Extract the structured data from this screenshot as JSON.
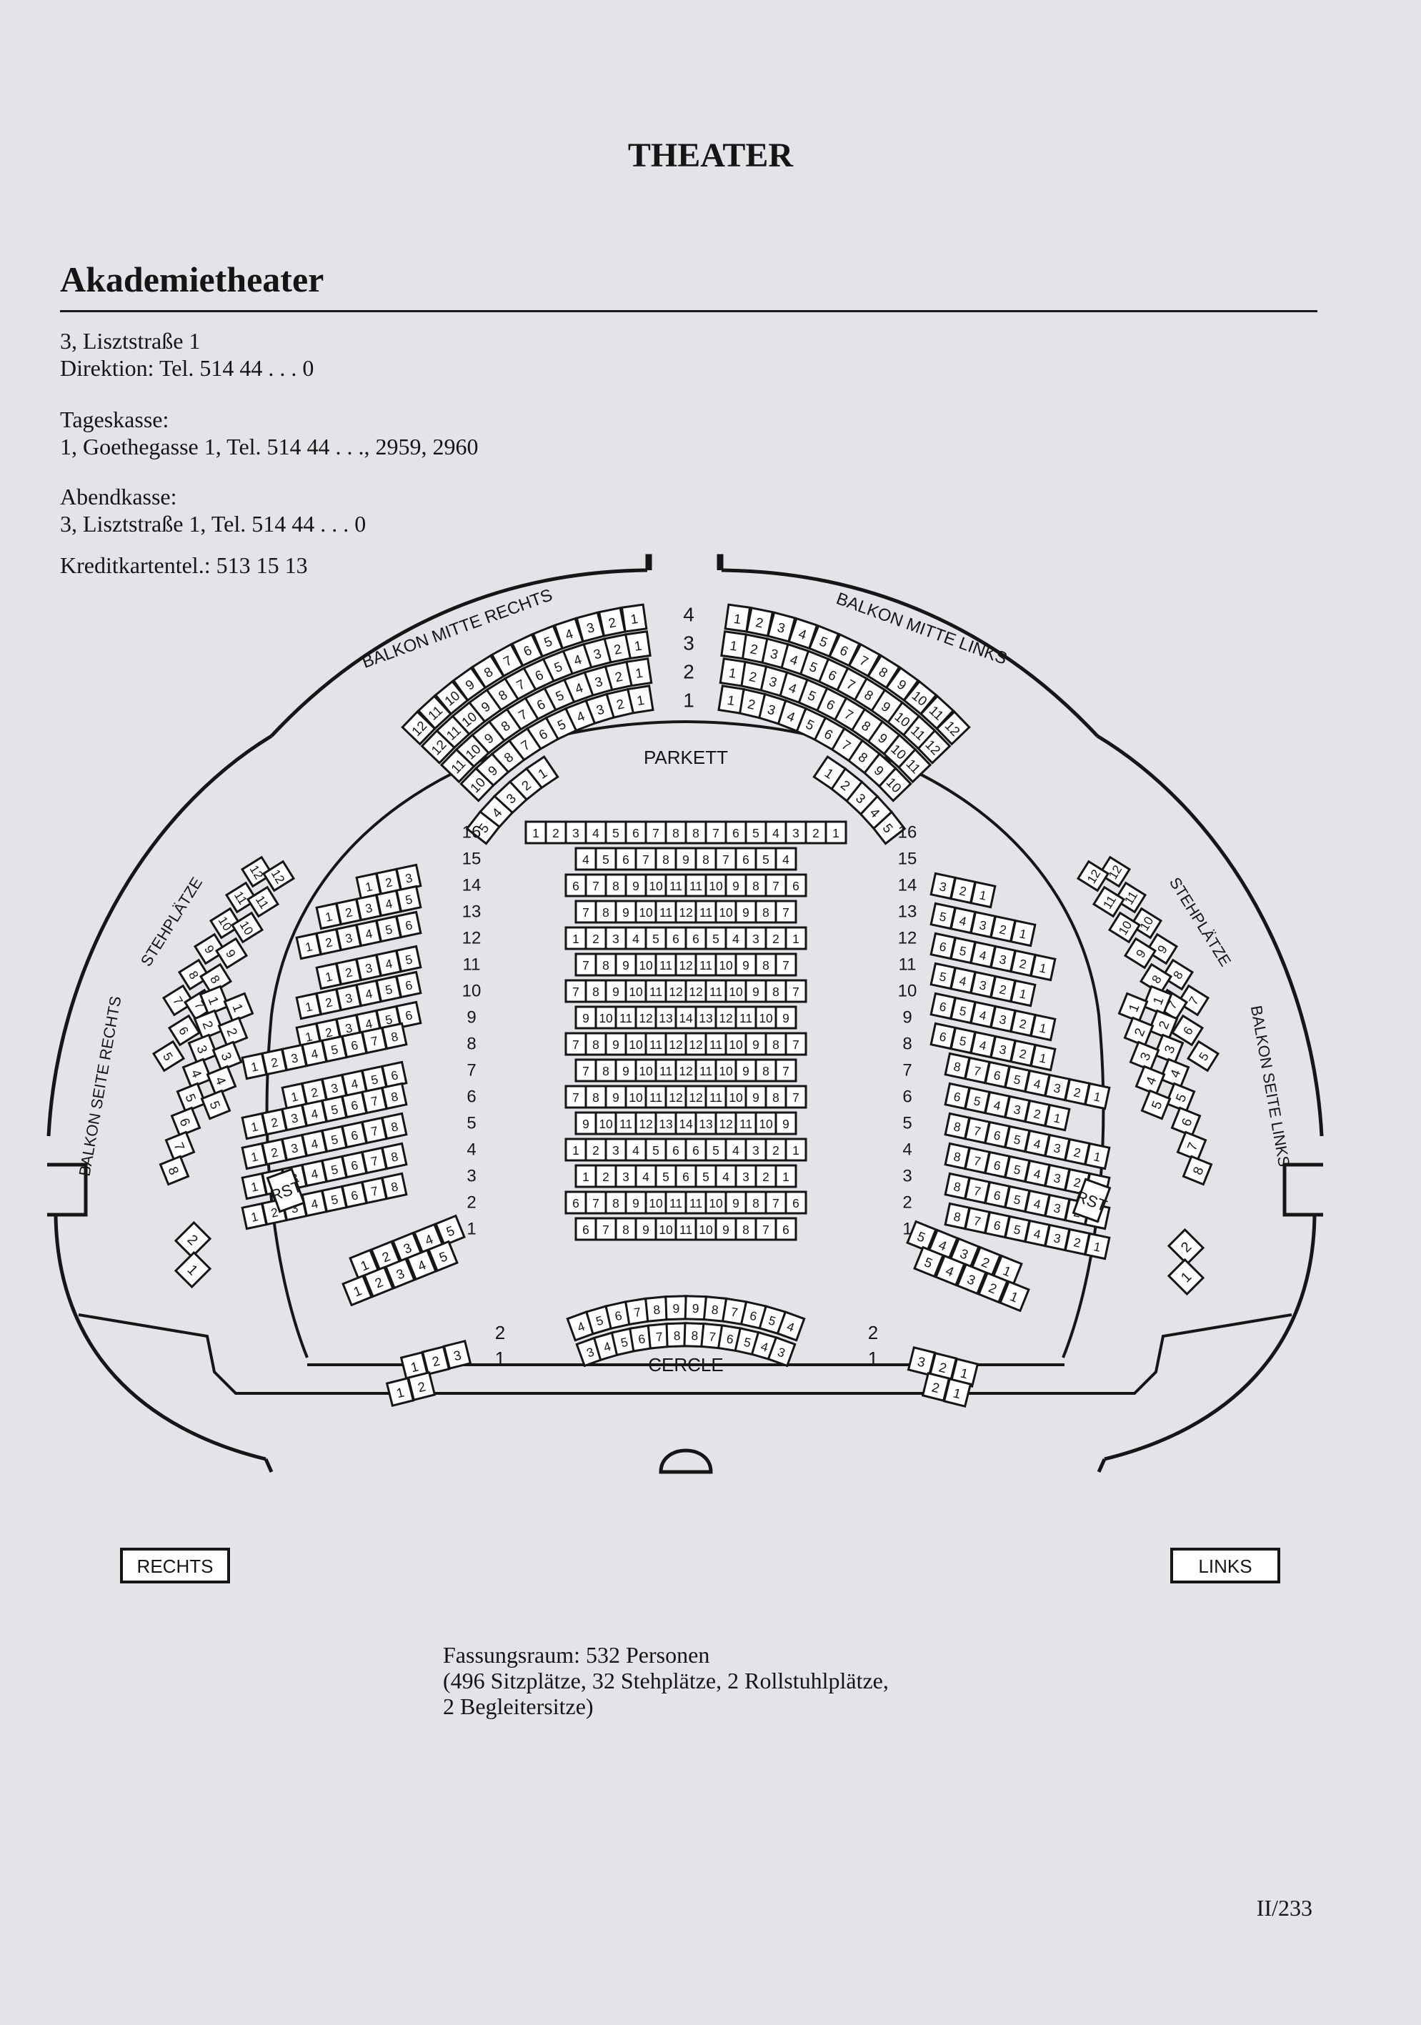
{
  "header": "THEATER",
  "venue": {
    "name": "Akademietheater",
    "address": "3, Lisztstraße 1",
    "direction": "Direktion: Tel. 514 44 . . . 0",
    "tageskasse_label": "Tageskasse:",
    "tageskasse": "1, Goethegasse 1, Tel. 514 44 . . ., 2959, 2960",
    "abendkasse_label": "Abendkasse:",
    "abendkasse": "3, Lisztstraße 1, Tel. 514 44 . . . 0",
    "kreditkarten": "Kreditkartentel.: 513 15 13"
  },
  "plan": {
    "balkon_mitte_rechts": "BALKON MITTE RECHTS",
    "balkon_mitte_links": "BALKON MITTE LINKS",
    "parkett": "PARKETT",
    "cercle": "CERCLE",
    "stehplaetze": "STEHPLÄTZE",
    "balkon_seite_rechts": "BALKON SEITE RECHTS",
    "balkon_seite_links": "BALKON SEITE LINKS",
    "rst": "RST",
    "rechts": "RECHTS",
    "links": "LINKS",
    "balkon_rows": [
      "4",
      "3",
      "2",
      "1"
    ],
    "parkett_rows": [
      "16",
      "15",
      "14",
      "13",
      "12",
      "11",
      "10",
      "9",
      "8",
      "7",
      "6",
      "5",
      "4",
      "3",
      "2",
      "1"
    ],
    "cercle_rows": [
      "2",
      "1"
    ],
    "balcony_center_right": [
      [
        "1",
        "2",
        "3",
        "4",
        "5",
        "6",
        "7",
        "8",
        "9",
        "10",
        "11",
        "12"
      ],
      [
        "1",
        "2",
        "3",
        "4",
        "5",
        "6",
        "7",
        "8",
        "9",
        "10",
        "11",
        "12"
      ],
      [
        "1",
        "2",
        "3",
        "4",
        "5",
        "6",
        "7",
        "8",
        "9",
        "10",
        "11"
      ],
      [
        "1",
        "2",
        "3",
        "4",
        "5",
        "6",
        "7",
        "8",
        "9",
        "10"
      ]
    ],
    "balcony_center_left": [
      [
        "12",
        "11",
        "10",
        "9",
        "8",
        "7",
        "6",
        "5",
        "4",
        "3",
        "2",
        "1"
      ],
      [
        "12",
        "11",
        "10",
        "9",
        "8",
        "7",
        "6",
        "5",
        "4",
        "3",
        "2",
        "1"
      ],
      [
        "11",
        "10",
        "9",
        "8",
        "7",
        "6",
        "5",
        "4",
        "3",
        "2",
        "1"
      ],
      [
        "10",
        "9",
        "8",
        "7",
        "6",
        "5",
        "4",
        "3",
        "2",
        "1"
      ]
    ],
    "balcony_center_right_front": [
      "1",
      "2",
      "3",
      "4",
      "5"
    ],
    "balcony_center_left_front": [
      "5",
      "4",
      "3",
      "2",
      "1"
    ],
    "parkett_center": [
      [
        "1",
        "2",
        "3",
        "4",
        "5",
        "6",
        "7",
        "8",
        "8",
        "7",
        "6",
        "5",
        "4",
        "3",
        "2",
        "1"
      ],
      [
        "4",
        "5",
        "6",
        "7",
        "8",
        "9",
        "8",
        "7",
        "6",
        "5",
        "4"
      ],
      [
        "6",
        "7",
        "8",
        "9",
        "10",
        "11",
        "11",
        "10",
        "9",
        "8",
        "7",
        "6"
      ],
      [
        "7",
        "8",
        "9",
        "10",
        "11",
        "12",
        "11",
        "10",
        "9",
        "8",
        "7"
      ],
      [
        "1",
        "2",
        "3",
        "4",
        "5",
        "6",
        "6",
        "5",
        "4",
        "3",
        "2",
        "1"
      ],
      [
        "7",
        "8",
        "9",
        "10",
        "11",
        "12",
        "11",
        "10",
        "9",
        "8",
        "7"
      ],
      [
        "7",
        "8",
        "9",
        "10",
        "11",
        "12",
        "12",
        "11",
        "10",
        "9",
        "8",
        "7"
      ],
      [
        "9",
        "10",
        "11",
        "12",
        "13",
        "14",
        "13",
        "12",
        "11",
        "10",
        "9"
      ],
      [
        "7",
        "8",
        "9",
        "10",
        "11",
        "12",
        "12",
        "11",
        "10",
        "9",
        "8",
        "7"
      ],
      [
        "7",
        "8",
        "9",
        "10",
        "11",
        "12",
        "11",
        "10",
        "9",
        "8",
        "7"
      ],
      [
        "7",
        "8",
        "9",
        "10",
        "11",
        "12",
        "12",
        "11",
        "10",
        "9",
        "8",
        "7"
      ],
      [
        "9",
        "10",
        "11",
        "12",
        "13",
        "14",
        "13",
        "12",
        "11",
        "10",
        "9"
      ],
      [
        "1",
        "2",
        "3",
        "4",
        "5",
        "6",
        "6",
        "5",
        "4",
        "3",
        "2",
        "1"
      ],
      [
        "1",
        "2",
        "3",
        "4",
        "5",
        "6",
        "5",
        "4",
        "3",
        "2",
        "1"
      ],
      [
        "6",
        "7",
        "8",
        "9",
        "10",
        "11",
        "11",
        "10",
        "9",
        "8",
        "7",
        "6"
      ],
      [
        "6",
        "7",
        "8",
        "9",
        "10",
        "11",
        "10",
        "9",
        "8",
        "7",
        "6"
      ]
    ],
    "parkett_right_blocks": [
      [
        "1",
        "2",
        "3"
      ],
      [
        "1",
        "2",
        "3",
        "4",
        "5"
      ],
      [
        "1",
        "2",
        "3",
        "4",
        "5",
        "6"
      ],
      [
        "1",
        "2",
        "3",
        "4",
        "5"
      ],
      [
        "1",
        "2",
        "3",
        "4",
        "5",
        "6"
      ],
      [
        "1",
        "2",
        "3",
        "4",
        "5",
        "6"
      ],
      [
        "1",
        "2",
        "3",
        "4",
        "5",
        "6",
        "7",
        "8"
      ],
      [
        "1",
        "2",
        "3",
        "4",
        "5",
        "6"
      ],
      [
        "1",
        "2",
        "3",
        "4",
        "5",
        "6",
        "7",
        "8"
      ],
      [
        "1",
        "2",
        "3",
        "4",
        "5",
        "6",
        "7",
        "8"
      ],
      [
        "1",
        "2",
        "3",
        "4",
        "5",
        "6",
        "7",
        "8"
      ],
      [
        "1",
        "2",
        "3",
        "4",
        "5",
        "6",
        "7",
        "8"
      ]
    ],
    "parkett_left_blocks": [
      [
        "3",
        "2",
        "1"
      ],
      [
        "5",
        "4",
        "3",
        "2",
        "1"
      ],
      [
        "6",
        "5",
        "4",
        "3",
        "2",
        "1"
      ],
      [
        "5",
        "4",
        "3",
        "2",
        "1"
      ],
      [
        "6",
        "5",
        "4",
        "3",
        "2",
        "1"
      ],
      [
        "6",
        "5",
        "4",
        "3",
        "2",
        "1"
      ],
      [
        "8",
        "7",
        "6",
        "5",
        "4",
        "3",
        "2",
        "1"
      ],
      [
        "6",
        "5",
        "4",
        "3",
        "2",
        "1"
      ],
      [
        "8",
        "7",
        "6",
        "5",
        "4",
        "3",
        "2",
        "1"
      ],
      [
        "8",
        "7",
        "6",
        "5",
        "4",
        "3",
        "2",
        "1"
      ],
      [
        "8",
        "7",
        "6",
        "5",
        "4",
        "3",
        "2",
        "1"
      ],
      [
        "8",
        "7",
        "6",
        "5",
        "4",
        "3",
        "2",
        "1"
      ]
    ],
    "rear_right": [
      [
        "1",
        "2",
        "3",
        "4",
        "5"
      ],
      [
        "1",
        "2",
        "3",
        "4",
        "5"
      ]
    ],
    "rear_left": [
      [
        "5",
        "4",
        "3",
        "2",
        "1"
      ],
      [
        "5",
        "4",
        "3",
        "2",
        "1"
      ]
    ],
    "cercle_seats": [
      [
        "4",
        "5",
        "6",
        "7",
        "8",
        "9",
        "9",
        "8",
        "7",
        "6",
        "5",
        "4"
      ],
      [
        "3",
        "4",
        "5",
        "6",
        "7",
        "8",
        "8",
        "7",
        "6",
        "5",
        "4",
        "3"
      ]
    ],
    "cercle_right_small": [
      [
        "1",
        "2",
        "3"
      ],
      [
        "1",
        "2"
      ]
    ],
    "cercle_left_small": [
      [
        "3",
        "2",
        "1"
      ],
      [
        "2",
        "1"
      ]
    ],
    "stehplaetze_right": [
      [
        "12",
        "11",
        "10",
        "9",
        "8",
        "7"
      ],
      [
        "12",
        "11",
        "10",
        "9",
        "8",
        "7",
        "6",
        "5"
      ]
    ],
    "stehplaetze_left": [
      [
        "12",
        "11",
        "10",
        "9",
        "8",
        "7"
      ],
      [
        "12",
        "11",
        "10",
        "9",
        "8",
        "7",
        "6",
        "5"
      ]
    ],
    "seite_right": [
      [
        "1",
        "2",
        "3",
        "4",
        "5",
        "6",
        "7",
        "8"
      ],
      [
        "1",
        "2",
        "3",
        "4",
        "5"
      ]
    ],
    "seite_left": [
      [
        "1",
        "2",
        "3",
        "4",
        "5",
        "6",
        "7",
        "8"
      ],
      [
        "1",
        "2",
        "3",
        "4",
        "5"
      ]
    ],
    "loge_right": [
      "2",
      "1"
    ],
    "loge_left": [
      "2",
      "1"
    ]
  },
  "capacity": {
    "line1": "Fassungsraum: 532 Personen",
    "line2": "(496 Sitzplätze, 32 Stehplätze, 2 Rollstuhlplätze,",
    "line3": "2 Begleitersitze)"
  },
  "page_number": "II/233"
}
